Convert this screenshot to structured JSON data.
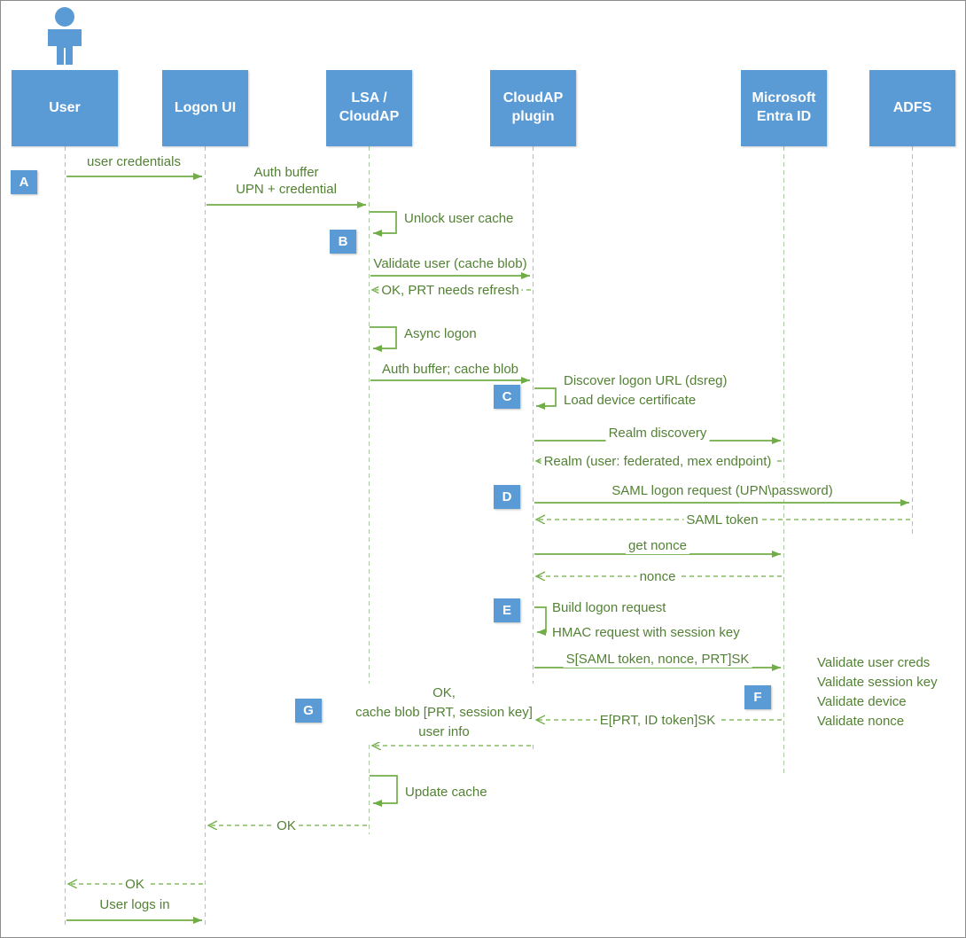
{
  "colors": {
    "actor_box": "#5B9BD5",
    "arrow": "#70AD47",
    "label_text": "#538135",
    "lifeline": "#A9C9A2",
    "badge_bg": "#5B9BD5",
    "badge_text": "#FFFFFF"
  },
  "actors": {
    "user": "User",
    "logon_ui": "Logon UI",
    "lsa_cloudap": "LSA /\nCloudAP",
    "cloudap_plugin": "CloudAP\nplugin",
    "entra_id": "Microsoft\nEntra ID",
    "adfs": "ADFS"
  },
  "badges": {
    "a": "A",
    "b": "B",
    "c": "C",
    "d": "D",
    "e": "E",
    "f": "F",
    "g": "G"
  },
  "messages": {
    "user_credentials": "user credentials",
    "auth_buffer": "Auth buffer\nUPN + credential",
    "unlock_user_cache": "Unlock user cache",
    "validate_user": "Validate user (cache blob)",
    "ok_prt_refresh": "OK, PRT needs refresh",
    "async_logon": "Async logon",
    "auth_buffer_cache_blob": "Auth buffer; cache blob",
    "discover_logon_url": "Discover logon URL (dsreg)",
    "load_device_certificate": "Load device certificate",
    "realm_discovery": "Realm discovery",
    "realm_response": "Realm (user: federated, mex endpoint)",
    "saml_logon_request": "SAML logon request (UPN\\password)",
    "saml_token": "SAML token",
    "get_nonce": "get nonce",
    "nonce": "nonce",
    "build_logon_request": "Build logon request",
    "hmac_request": "HMAC request with session key",
    "signed_request": "S[SAML token, nonce, PRT]SK",
    "validations": "Validate user creds\nValidate session key\nValidate device\nValidate nonce",
    "encrypted_response": "E[PRT, ID token]SK",
    "ok_cache_blob": "OK,\ncache blob [PRT, session key]\nuser info",
    "update_cache": "Update cache",
    "ok_to_logon_ui": "OK",
    "ok_to_user": "OK",
    "user_logs_in": "User logs in"
  }
}
